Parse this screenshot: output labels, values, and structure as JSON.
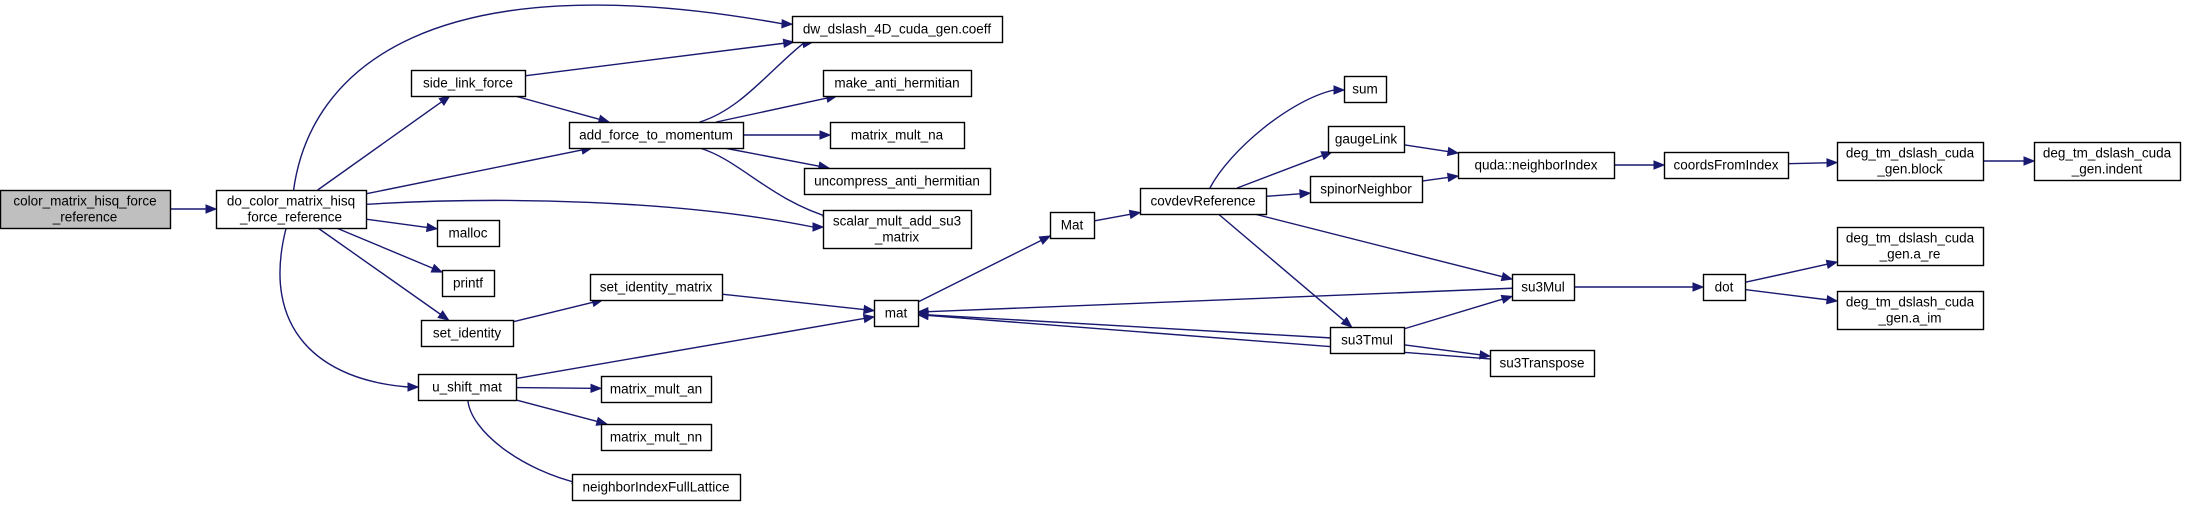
{
  "graph": {
    "type": "call-graph",
    "edge_color": "#191970",
    "root_fill": "#bfbfbf",
    "node_fill": "#ffffff",
    "nodes": [
      {
        "id": "root",
        "lines": [
          "color_matrix_hisq_force",
          "_reference"
        ],
        "root": true
      },
      {
        "id": "do_color",
        "lines": [
          "do_color_matrix_hisq",
          "_force_reference"
        ]
      },
      {
        "id": "dw_coeff",
        "lines": [
          "dw_dslash_4D_cuda_gen.coeff"
        ]
      },
      {
        "id": "side_link",
        "lines": [
          "side_link_force"
        ]
      },
      {
        "id": "add_force",
        "lines": [
          "add_force_to_momentum"
        ]
      },
      {
        "id": "make_anti",
        "lines": [
          "make_anti_hermitian"
        ]
      },
      {
        "id": "mm_na",
        "lines": [
          "matrix_mult_na"
        ]
      },
      {
        "id": "uncompress",
        "lines": [
          "uncompress_anti_hermitian"
        ]
      },
      {
        "id": "scalar_mult",
        "lines": [
          "scalar_mult_add_su3",
          "_matrix"
        ]
      },
      {
        "id": "malloc",
        "lines": [
          "malloc"
        ]
      },
      {
        "id": "printf",
        "lines": [
          "printf"
        ]
      },
      {
        "id": "set_identity",
        "lines": [
          "set_identity"
        ]
      },
      {
        "id": "set_identity_matrix",
        "lines": [
          "set_identity_matrix"
        ]
      },
      {
        "id": "u_shift",
        "lines": [
          "u_shift_mat"
        ]
      },
      {
        "id": "mm_an",
        "lines": [
          "matrix_mult_an"
        ]
      },
      {
        "id": "mm_nn",
        "lines": [
          "matrix_mult_nn"
        ]
      },
      {
        "id": "nifl",
        "lines": [
          "neighborIndexFullLattice"
        ]
      },
      {
        "id": "mat_lower",
        "lines": [
          "mat"
        ]
      },
      {
        "id": "mat_upper",
        "lines": [
          "Mat"
        ]
      },
      {
        "id": "covdev",
        "lines": [
          "covdevReference"
        ]
      },
      {
        "id": "sum",
        "lines": [
          "sum"
        ]
      },
      {
        "id": "gaugeLink",
        "lines": [
          "gaugeLink"
        ]
      },
      {
        "id": "spinorNeighbor",
        "lines": [
          "spinorNeighbor"
        ]
      },
      {
        "id": "quda_ni",
        "lines": [
          "quda::neighborIndex"
        ]
      },
      {
        "id": "coords",
        "lines": [
          "coordsFromIndex"
        ]
      },
      {
        "id": "deg_block",
        "lines": [
          "deg_tm_dslash_cuda",
          "_gen.block"
        ]
      },
      {
        "id": "deg_indent",
        "lines": [
          "deg_tm_dslash_cuda",
          "_gen.indent"
        ]
      },
      {
        "id": "su3Mul",
        "lines": [
          "su3Mul"
        ]
      },
      {
        "id": "su3Tmul",
        "lines": [
          "su3Tmul"
        ]
      },
      {
        "id": "su3Transpose",
        "lines": [
          "su3Transpose"
        ]
      },
      {
        "id": "dot",
        "lines": [
          "dot"
        ]
      },
      {
        "id": "deg_are",
        "lines": [
          "deg_tm_dslash_cuda",
          "_gen.a_re"
        ]
      },
      {
        "id": "deg_aim",
        "lines": [
          "deg_tm_dslash_cuda",
          "_gen.a_im"
        ]
      }
    ],
    "edges": [
      [
        "root",
        "do_color"
      ],
      [
        "do_color",
        "dw_coeff"
      ],
      [
        "do_color",
        "side_link"
      ],
      [
        "do_color",
        "add_force"
      ],
      [
        "do_color",
        "scalar_mult"
      ],
      [
        "do_color",
        "malloc"
      ],
      [
        "do_color",
        "printf"
      ],
      [
        "do_color",
        "set_identity"
      ],
      [
        "do_color",
        "u_shift"
      ],
      [
        "side_link",
        "dw_coeff"
      ],
      [
        "side_link",
        "add_force"
      ],
      [
        "add_force",
        "dw_coeff"
      ],
      [
        "add_force",
        "make_anti"
      ],
      [
        "add_force",
        "mm_na"
      ],
      [
        "add_force",
        "uncompress"
      ],
      [
        "add_force",
        "scalar_mult"
      ],
      [
        "set_identity",
        "set_identity_matrix"
      ],
      [
        "set_identity_matrix",
        "mat_lower"
      ],
      [
        "u_shift",
        "mat_lower"
      ],
      [
        "u_shift",
        "mm_an"
      ],
      [
        "u_shift",
        "mm_nn"
      ],
      [
        "u_shift",
        "nifl"
      ],
      [
        "mat_lower",
        "mat_upper"
      ],
      [
        "mat_upper",
        "covdev"
      ],
      [
        "covdev",
        "sum"
      ],
      [
        "covdev",
        "gaugeLink"
      ],
      [
        "covdev",
        "spinorNeighbor"
      ],
      [
        "covdev",
        "su3Mul"
      ],
      [
        "covdev",
        "su3Tmul"
      ],
      [
        "gaugeLink",
        "quda_ni"
      ],
      [
        "spinorNeighbor",
        "quda_ni"
      ],
      [
        "quda_ni",
        "coords"
      ],
      [
        "coords",
        "deg_block"
      ],
      [
        "deg_block",
        "deg_indent"
      ],
      [
        "su3Mul",
        "mat_lower"
      ],
      [
        "su3Mul",
        "dot"
      ],
      [
        "su3Tmul",
        "mat_lower"
      ],
      [
        "su3Tmul",
        "su3Mul"
      ],
      [
        "su3Tmul",
        "su3Transpose"
      ],
      [
        "su3Transpose",
        "mat_lower"
      ],
      [
        "dot",
        "deg_are"
      ],
      [
        "dot",
        "deg_aim"
      ]
    ]
  }
}
